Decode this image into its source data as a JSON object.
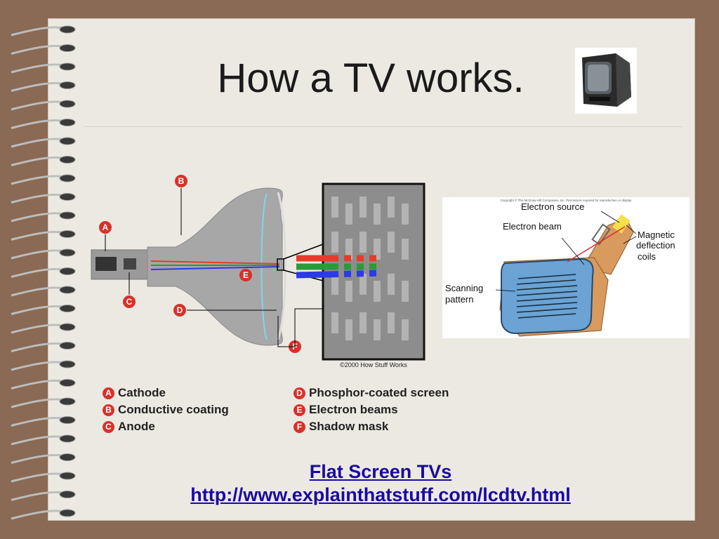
{
  "slide": {
    "title": "How a TV works."
  },
  "diagram": {
    "copyright": "©2000 How Stuff Works",
    "callouts": [
      "A",
      "B",
      "C",
      "D",
      "E",
      "F"
    ],
    "legend_left": [
      {
        "letter": "A",
        "label": "Cathode"
      },
      {
        "letter": "B",
        "label": "Conductive coating"
      },
      {
        "letter": "C",
        "label": "Anode"
      }
    ],
    "legend_right": [
      {
        "letter": "D",
        "label": "Phosphor-coated screen"
      },
      {
        "letter": "E",
        "label": "Electron beams"
      },
      {
        "letter": "F",
        "label": "Shadow mask"
      }
    ]
  },
  "crt_figure": {
    "copyright": "Copyright © The McGraw-Hill Companies, Inc. Permission required for reproduction or display",
    "labels": {
      "electron_source": "Electron source",
      "electron_beam": "Electron beam",
      "magnetic": "Magnetic",
      "deflection": "deflection",
      "coils": "coils",
      "scanning": "Scanning",
      "pattern": "pattern"
    }
  },
  "links": {
    "flat_screen": "Flat Screen TVs",
    "url": "http://www.explainthatstuff.com/lcdtv.html"
  },
  "colors": {
    "background": "#8a6a55",
    "page": "#ece9e3",
    "link": "#1a0aa0",
    "badge": "#d6322a"
  }
}
